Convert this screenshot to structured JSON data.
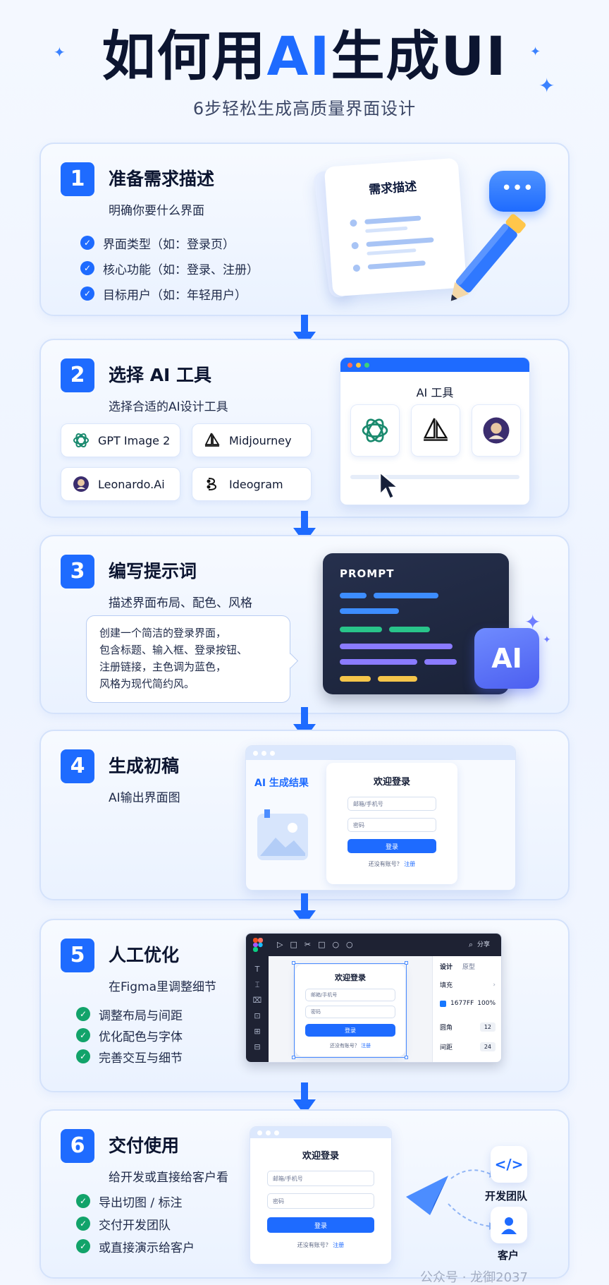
{
  "header": {
    "title_part1": "如何用",
    "title_ai": "AI",
    "title_part2": "生成UI",
    "subtitle": "6步轻松生成高质量界面设计"
  },
  "colors": {
    "primary": "#1e6bff",
    "green": "#12a36a",
    "dark": "#1a2238"
  },
  "steps": [
    {
      "num": "1",
      "title": "准备需求描述",
      "subtitle": "明确你要什么界面",
      "checks": [
        "界面类型（如：登录页）",
        "核心功能（如：登录、注册）",
        "目标用户（如：年轻用户）"
      ],
      "paper_title": "需求描述",
      "bubble": "•••"
    },
    {
      "num": "2",
      "title": "选择 AI 工具",
      "subtitle": "选择合适的AI设计工具",
      "tools": [
        "GPT Image 2",
        "Midjourney",
        "Leonardo.Ai",
        "Ideogram"
      ],
      "window_title": "AI 工具"
    },
    {
      "num": "3",
      "title": "编写提示词",
      "subtitle": "描述界面布局、配色、风格",
      "prompt_title": "PROMPT",
      "prompt_text": [
        "创建一个简洁的登录界面，",
        "包含标题、输入框、登录按钮、",
        "注册链接，主色调为蓝色，",
        "风格为现代简约风。"
      ],
      "badge": "AI"
    },
    {
      "num": "4",
      "title": "生成初稿",
      "subtitle": "AI输出界面图",
      "result_label": "AI 生成结果",
      "login": {
        "title": "欢迎登录",
        "email": "邮箱/手机号",
        "password": "密码",
        "button": "登录",
        "register_q": "还没有账号？",
        "register": "注册"
      }
    },
    {
      "num": "5",
      "title": "人工优化",
      "subtitle": "在Figma里调整细节",
      "checks": [
        "调整布局与间距",
        "优化配色与字体",
        "完善交互与细节"
      ],
      "login": {
        "title": "欢迎登录",
        "email": "邮箱/手机号",
        "password": "密码",
        "button": "登录",
        "register_q": "还没有账号？",
        "register": "注册"
      },
      "figma": {
        "share": "分享",
        "tab_design": "设计",
        "tab_proto": "原型",
        "fill": "填充",
        "color": "1677FF",
        "opacity": "100%",
        "radius_label": "圆角",
        "radius": "12",
        "gap_label": "间距",
        "gap": "24"
      }
    },
    {
      "num": "6",
      "title": "交付使用",
      "subtitle": "给开发或直接给客户看",
      "checks": [
        "导出切图 / 标注",
        "交付开发团队",
        "或直接演示给客户"
      ],
      "login": {
        "title": "欢迎登录",
        "email": "邮箱/手机号",
        "password": "密码",
        "button": "登录",
        "register_q": "还没有账号？",
        "register": "注册"
      },
      "dev_team": "开发团队",
      "client": "客户",
      "code_icon": "</>"
    }
  ],
  "watermark": "公众号 · 龙御2037"
}
